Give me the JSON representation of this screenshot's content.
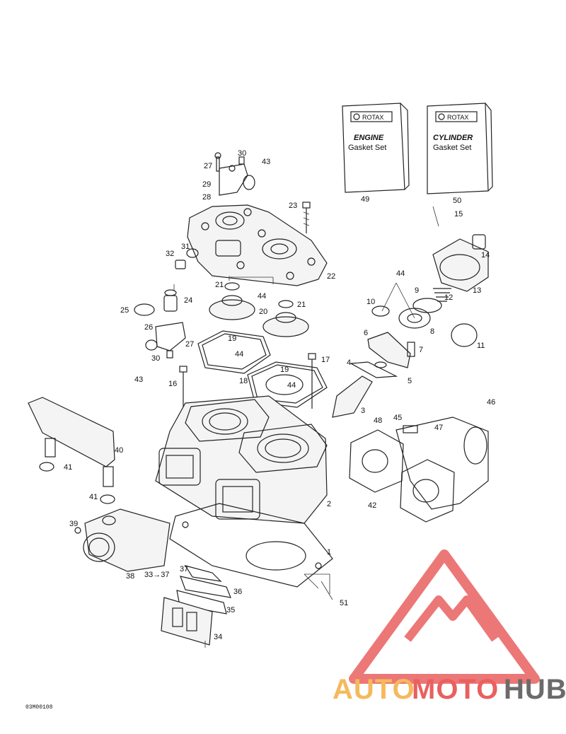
{
  "kits": [
    {
      "brand": "ROTAX",
      "title": "ENGINE",
      "subtitle": "Gasket Set",
      "number": "49"
    },
    {
      "brand": "ROTAX",
      "title": "CYLINDER",
      "subtitle": "Gasket Set",
      "number": "50"
    }
  ],
  "callouts": {
    "c1": "1",
    "c2": "2",
    "c3": "3",
    "c4": "4",
    "c5": "5",
    "c6": "6",
    "c7": "7",
    "c8": "8",
    "c9": "9",
    "c10": "10",
    "c11": "11",
    "c12": "12",
    "c13": "13",
    "c14": "14",
    "c15": "15",
    "c16": "16",
    "c17": "17",
    "c18": "18",
    "c19a": "19",
    "c19b": "19",
    "c20": "20",
    "c21a": "21",
    "c21b": "21",
    "c22": "22",
    "c23": "23",
    "c24": "24",
    "c25": "25",
    "c26": "26",
    "c27a": "27",
    "c27b": "27",
    "c28": "28",
    "c29": "29",
    "c30a": "30",
    "c30b": "30",
    "c31": "31",
    "c32": "32",
    "c33": "33→37",
    "c34": "34",
    "c35": "35",
    "c36": "36",
    "c37": "37",
    "c38": "38",
    "c39": "39",
    "c40": "40",
    "c41a": "41",
    "c41b": "41",
    "c42": "42",
    "c43a": "43",
    "c43b": "43",
    "c44a": "44",
    "c44b": "44",
    "c44c": "44",
    "c44d": "44",
    "c45": "45",
    "c46": "46",
    "c47": "47",
    "c48": "48",
    "c51": "51"
  },
  "figure_code": "03M00108",
  "watermark": {
    "part1": "AUTO",
    "part2": "MOTO",
    "part3": "HUB"
  },
  "colors": {
    "watermark_orange": "#f5b95c",
    "watermark_red": "#e96060",
    "watermark_gray": "#6b6b6b",
    "line": "#222222"
  }
}
